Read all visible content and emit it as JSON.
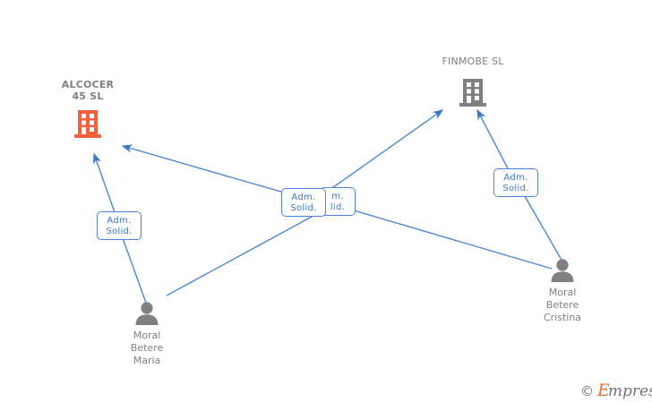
{
  "diagram": {
    "background_color": "#ffffff",
    "edge_color": "#4a86d4",
    "company_label_color": "#808080",
    "person_label_color": "#808080",
    "highlight_company_color": "#f4603c",
    "company_color": "#808080",
    "relation_box_border": "#4a86d4",
    "relation_box_text_color": "#3b78c8"
  },
  "companies": [
    {
      "id": "alcocer",
      "name_line1": "ALCOCER",
      "name_line2": "45 SL",
      "icon": "building-icon",
      "highlighted": true
    },
    {
      "id": "finmobe",
      "name_line1": "FINMOBE SL",
      "name_line2": "",
      "icon": "building-icon",
      "highlighted": false
    }
  ],
  "people": [
    {
      "id": "moral-betere-maria",
      "line1": "Moral",
      "line2": "Betere",
      "line3": "Maria",
      "icon": "person-icon"
    },
    {
      "id": "moral-betere-cristina",
      "line1": "Moral",
      "line2": "Betere",
      "line3": "Cristina",
      "icon": "person-icon"
    }
  ],
  "relations": [
    {
      "id": "rel-maria-alcocer",
      "line1": "Adm.",
      "line2": "Solid."
    },
    {
      "id": "rel-center-back",
      "line1": "m.",
      "line2": "lid."
    },
    {
      "id": "rel-center-front",
      "line1": "Adm.",
      "line2": "Solid."
    },
    {
      "id": "rel-cristina-finmobe",
      "line1": "Adm.",
      "line2": "Solid."
    }
  ],
  "watermark": {
    "copyright": "©",
    "brand_initial": "E",
    "brand_rest": "mpresia"
  }
}
